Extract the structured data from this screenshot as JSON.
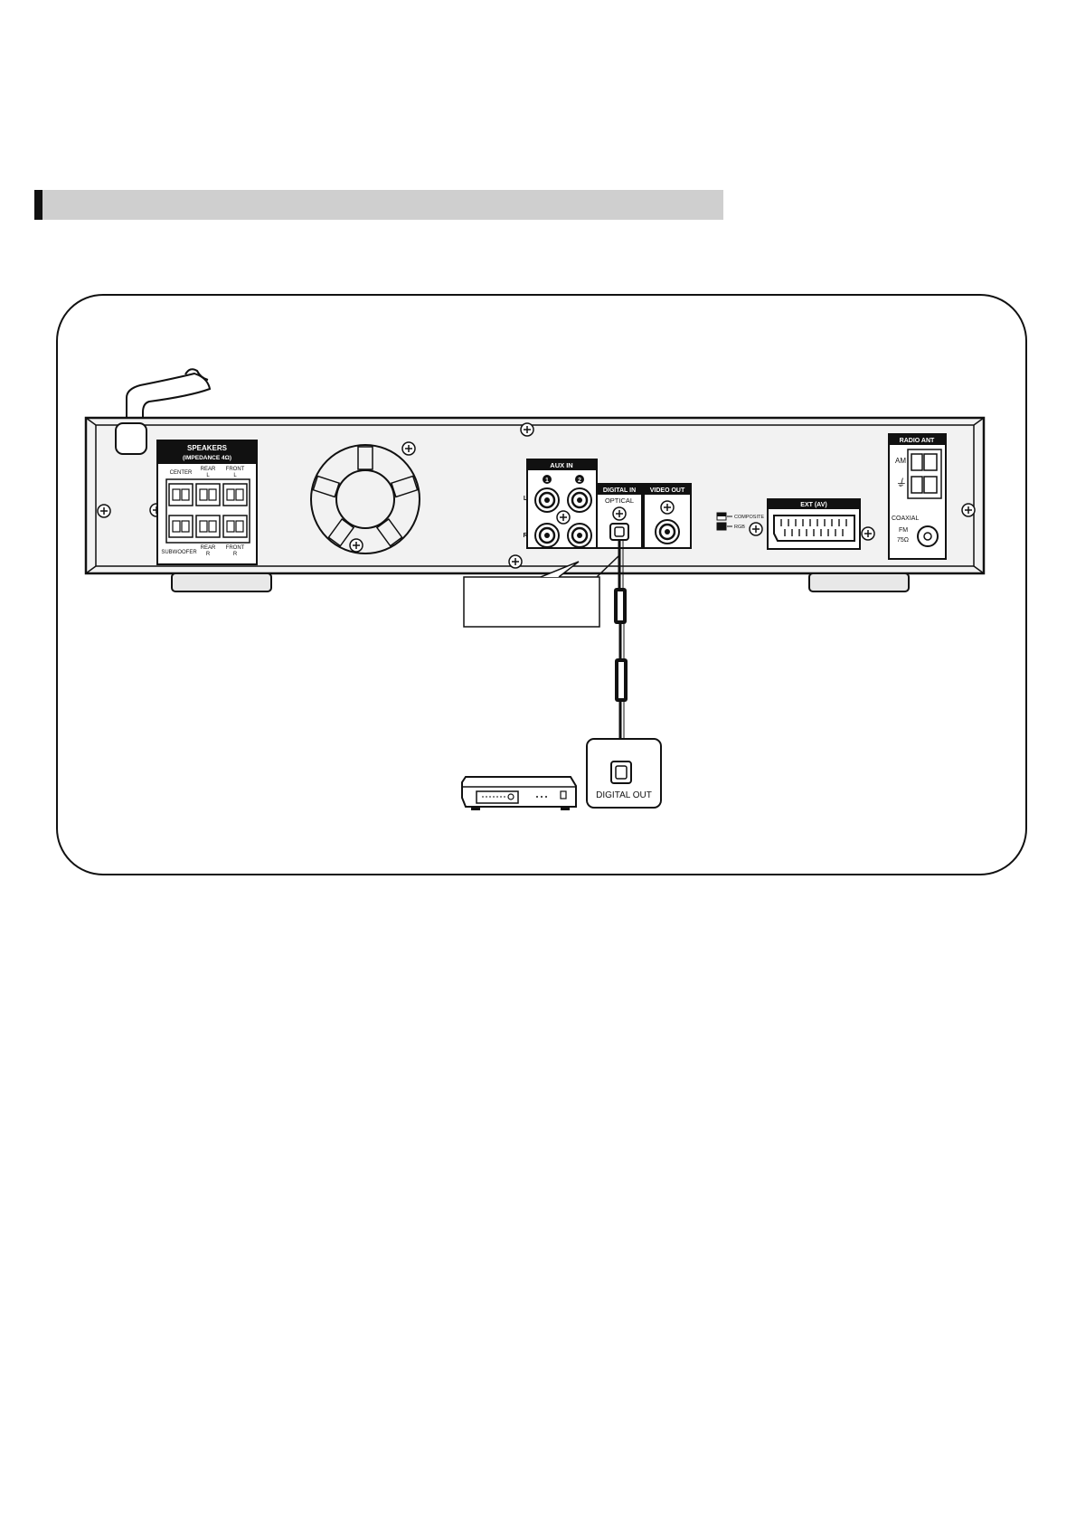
{
  "section_header": {
    "title": ""
  },
  "speakers": {
    "title": "SPEAKERS",
    "subtitle": "(IMPEDANCE 4Ω)",
    "top_labels": [
      "CENTER",
      "REAR",
      "FRONT"
    ],
    "top_sub": [
      "",
      "L",
      "L"
    ],
    "bottom_labels": [
      "SUBWOOFER",
      "REAR",
      "FRONT"
    ],
    "bottom_sub": [
      "",
      "R",
      "R"
    ]
  },
  "aux_in": {
    "title": "AUX IN",
    "jack1": "1",
    "jack2": "2",
    "left": "L",
    "right": "R"
  },
  "digital_in": {
    "title": "DIGITAL IN",
    "sub": "OPTICAL"
  },
  "video_out": {
    "title": "VIDEO OUT"
  },
  "switch": {
    "composite": "COMPOSITE",
    "rgb": "RGB"
  },
  "ext": {
    "title": "EXT (AV)"
  },
  "radio_ant": {
    "title": "RADIO ANT",
    "am": "AM",
    "coaxial": "COAXIAL",
    "fm": "FM",
    "ohm": "75Ω"
  },
  "source": {
    "digital_out": "DIGITAL OUT"
  },
  "colors": {
    "line": "#111111",
    "panel_fill": "#f2f2f2",
    "label_box": "#111111",
    "label_text": "#ffffff",
    "header_bar": "#cfcfcf"
  }
}
